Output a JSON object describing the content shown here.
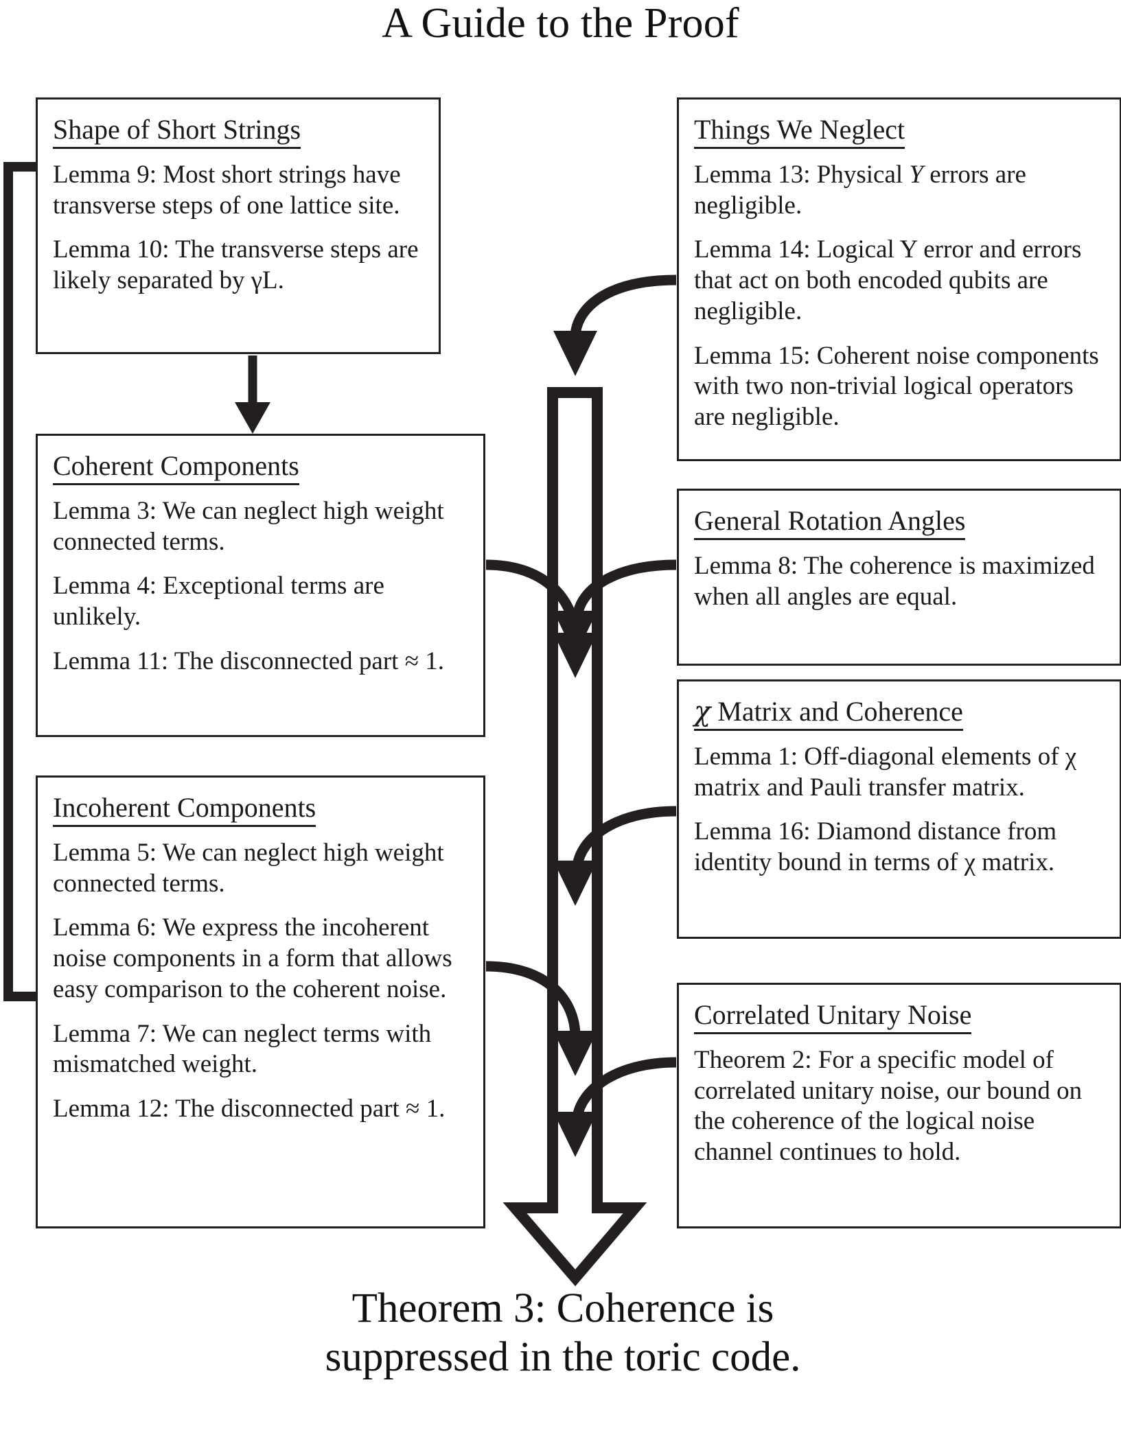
{
  "title": "A Guide to the Proof",
  "conclusion": {
    "line1": "Theorem 3: Coherence is",
    "line2": "suppressed in the toric code."
  },
  "colors": {
    "ink": "#231f20",
    "background": "#ffffff",
    "text": "#111111"
  },
  "boxes": {
    "shape_of_short_strings": {
      "title": "Shape of Short Strings",
      "items": [
        "Lemma 9: Most short strings have transverse steps of one lattice site.",
        "Lemma 10: The transverse steps are likely separated by γL."
      ]
    },
    "coherent_components": {
      "title": "Coherent Components",
      "items": [
        "Lemma 3: We can neglect high weight connected terms.",
        "Lemma 4: Exceptional terms are unlikely.",
        "Lemma 11: The disconnected part ≈ 1."
      ]
    },
    "incoherent_components": {
      "title": "Incoherent Components",
      "items": [
        "Lemma 5: We can neglect high weight connected terms.",
        "Lemma 6: We express the incoherent noise components in a form that allows easy comparison to the coherent noise.",
        "Lemma 7: We can neglect terms with mismatched weight.",
        "Lemma 12: The disconnected part ≈ 1."
      ]
    },
    "things_we_neglect": {
      "title": "Things We Neglect",
      "items": [
        "Lemma 13: Physical Y errors are negligible.",
        "Lemma 14: Logical Y error and errors that act on both encoded qubits are negligible.",
        "Lemma 15: Coherent noise components with two non-trivial logical operators are negligible."
      ]
    },
    "general_rotation_angles": {
      "title": "General Rotation Angles",
      "items": [
        "Lemma 8: The coherence is maximized when all angles are equal."
      ]
    },
    "chi_matrix_and_coherence": {
      "title_symbol": "χ",
      "title_rest": " Matrix and Coherence",
      "title": "χ Matrix and Coherence",
      "items": [
        "Lemma 1: Off-diagonal elements of χ matrix and Pauli transfer matrix.",
        "Lemma 16: Diamond distance from identity bound in terms of χ matrix."
      ]
    },
    "correlated_unitary_noise": {
      "title": "Correlated Unitary Noise",
      "items": [
        "Theorem 2: For a specific model of correlated unitary noise, our bound on the coherence of the logical noise channel continues to hold."
      ]
    }
  },
  "connectors": [
    {
      "name": "shape-to-coherent",
      "from": "shape_of_short_strings",
      "to": "coherent_components",
      "style": "straight-arrow"
    },
    {
      "name": "shape-to-incoherent",
      "from": "shape_of_short_strings",
      "to": "incoherent_components",
      "style": "left-bracket-arrow"
    },
    {
      "name": "things-we-neglect-to-trunk",
      "from": "things_we_neglect",
      "to": "main-trunk",
      "style": "curved-arrow"
    },
    {
      "name": "coherent-to-trunk",
      "from": "coherent_components",
      "to": "main-trunk",
      "style": "curved-arrow"
    },
    {
      "name": "general-rotation-to-trunk",
      "from": "general_rotation_angles",
      "to": "main-trunk",
      "style": "curved-arrow"
    },
    {
      "name": "chi-matrix-to-trunk",
      "from": "chi_matrix_and_coherence",
      "to": "main-trunk",
      "style": "curved-arrow"
    },
    {
      "name": "incoherent-to-trunk",
      "from": "incoherent_components",
      "to": "main-trunk",
      "style": "curved-arrow"
    },
    {
      "name": "correlated-noise-to-trunk",
      "from": "correlated_unitary_noise",
      "to": "main-trunk",
      "style": "curved-arrow"
    },
    {
      "name": "trunk-to-conclusion",
      "from": "main-trunk",
      "to": "conclusion",
      "style": "hollow-block-arrow"
    }
  ]
}
